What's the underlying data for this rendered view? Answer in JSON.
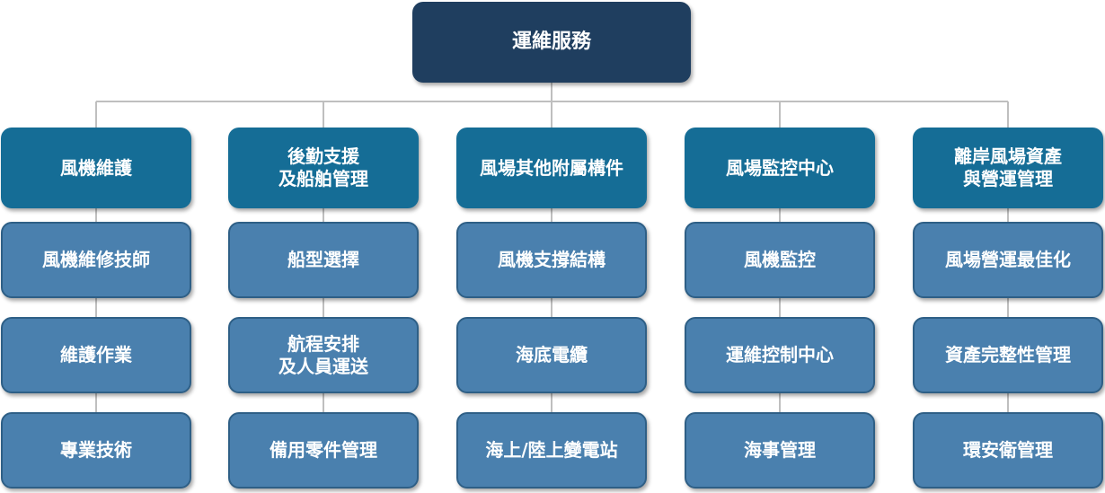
{
  "root": {
    "label": "運維服務"
  },
  "columns": [
    {
      "heading": "風機維護",
      "items": [
        "風機維修技師",
        "維護作業",
        "專業技術"
      ]
    },
    {
      "heading": "後勤支援\n及船舶管理",
      "items": [
        "船型選擇",
        "航程安排\n及人員運送",
        "備用零件管理"
      ]
    },
    {
      "heading": "風場其他附屬構件",
      "items": [
        "風機支撐結構",
        "海底電纜",
        "海上/陸上變電站"
      ]
    },
    {
      "heading": "風場監控中心",
      "items": [
        "風機監控",
        "運維控制中心",
        "海事管理"
      ]
    },
    {
      "heading": "離岸風場資產\n與營運管理",
      "items": [
        "風場營運最佳化",
        "資產完整性管理",
        "環安衛管理"
      ]
    }
  ],
  "colors": {
    "root": "#1f3e5f",
    "heading": "#156d96",
    "item": "#4a80ae",
    "connector": "#bfbfbf"
  }
}
